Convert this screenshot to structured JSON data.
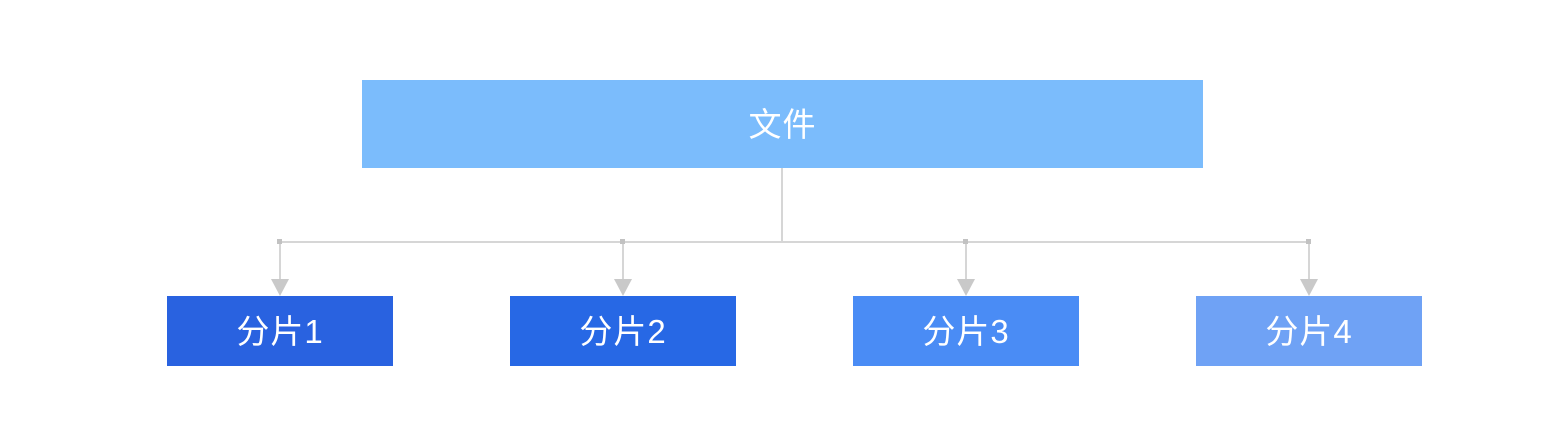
{
  "diagram": {
    "background": "#ffffff",
    "text_color": "#ffffff",
    "root": {
      "label": "文件",
      "fill": "#7bbcfc"
    },
    "shards": [
      {
        "label": "分片1",
        "fill": "#2962e0"
      },
      {
        "label": "分片2",
        "fill": "#2768e5"
      },
      {
        "label": "分片3",
        "fill": "#4a8cf5"
      },
      {
        "label": "分片4",
        "fill": "#6fa2f5"
      }
    ],
    "connector": {
      "line_color": "#d6d6d6",
      "arrow_color": "#c9c9c9",
      "junction_color": "#c2c2c2"
    }
  }
}
